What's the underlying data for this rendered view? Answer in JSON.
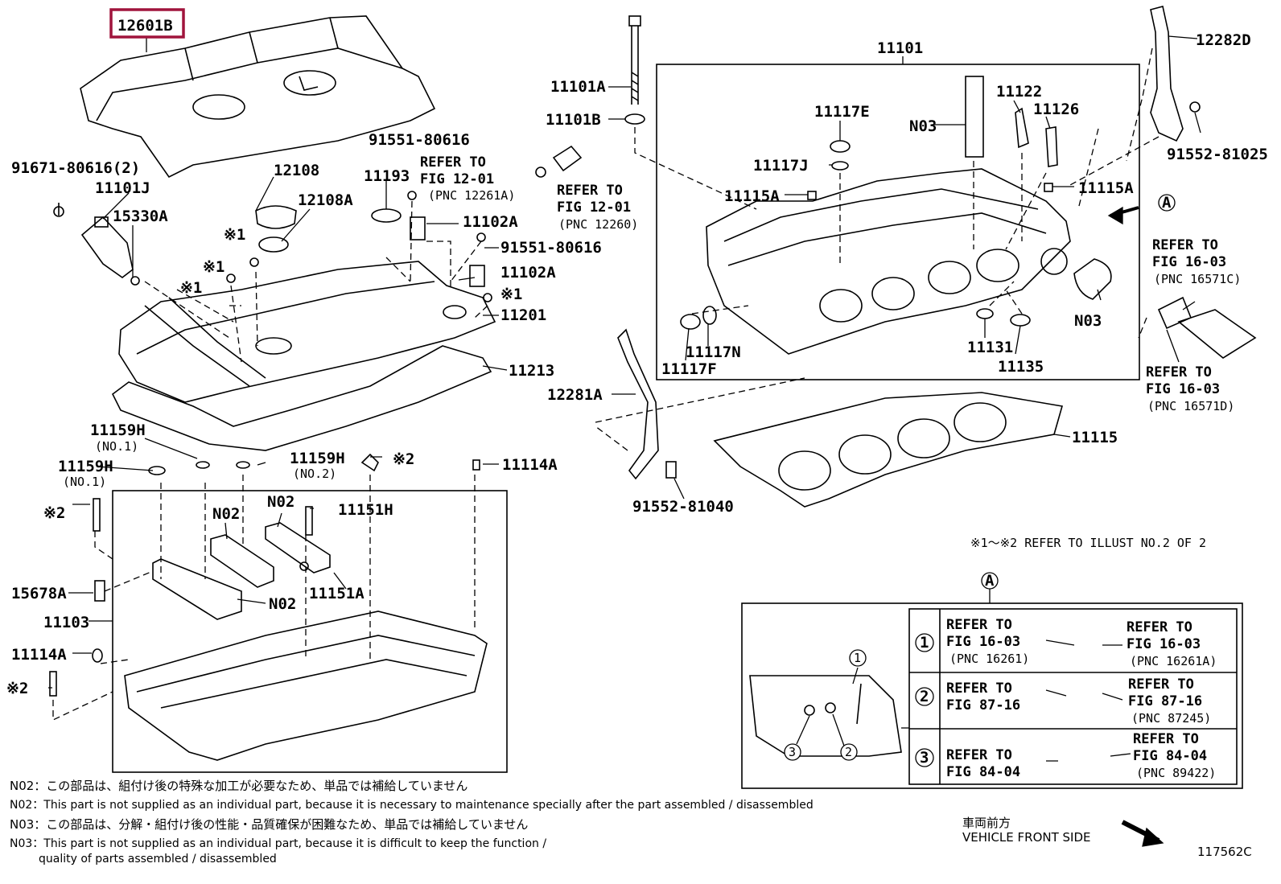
{
  "highlight_color": "#a0143c",
  "part_numbers": {
    "p12601B": "12601B",
    "p91671": "91671-80616(2)",
    "p11101J": "11101J",
    "p15330A": "15330A",
    "p12108": "12108",
    "p12108A": "12108A",
    "p91551_top": "91551-80616",
    "p11193": "11193",
    "p11102A_1": "11102A",
    "p91551_mid": "91551-80616",
    "p11102A_2": "11102A",
    "p11201": "11201",
    "p11213": "11213",
    "p11101A": "11101A",
    "p11101B": "11101B",
    "p11101": "11101",
    "p11122": "11122",
    "p11126": "11126",
    "p11117E": "11117E",
    "p11117J": "11117J",
    "p11115A_l": "11115A",
    "p11115A_r": "11115A",
    "p11117N": "11117N",
    "p11117F": "11117F",
    "p11131": "11131",
    "p11135": "11135",
    "p12282D": "12282D",
    "p91552_81025": "91552-81025",
    "p12281A": "12281A",
    "p91552_81040": "91552-81040",
    "p11115": "11115",
    "p11159H_a": "11159H",
    "p11159H_b": "11159H",
    "p11159H_c": "11159H",
    "p11114A_1": "11114A",
    "p11151H": "11151H",
    "p11151A": "11151A",
    "p15678A": "15678A",
    "p11103": "11103",
    "p11114A_2": "11114A"
  },
  "codes": {
    "n02": "N02",
    "n03": "N03"
  },
  "tags": {
    "no1_a": "(NO.1)",
    "no1_b": "(NO.1)",
    "no2": "(NO.2)",
    "mark1": "※1",
    "mark2": "※2",
    "circle_a": "A"
  },
  "refs": {
    "refer_to": "REFER TO",
    "fig_12_01": "FIG 12-01",
    "pnc_12261A": "(PNC 12261A)",
    "pnc_12260": "(PNC 12260)",
    "fig_16_03": "FIG 16-03",
    "pnc_16571C": "(PNC 16571C)",
    "pnc_16571D": "(PNC 16571D)",
    "illust_note": "※1～※2  REFER TO ILLUST NO.2 OF 2"
  },
  "detail_box": {
    "rows": [
      {
        "num": "1",
        "left_fig": "FIG 16-03",
        "left_pnc": "(PNC 16261)",
        "right_fig": "FIG 16-03",
        "right_pnc": "(PNC 16261A)"
      },
      {
        "num": "2",
        "left_fig": "FIG 87-16",
        "left_pnc": "",
        "right_fig": "FIG 87-16",
        "right_pnc": "(PNC 87245)"
      },
      {
        "num": "3",
        "left_fig": "FIG 84-04",
        "left_pnc": "",
        "right_fig": "FIG 84-04",
        "right_pnc": "(PNC 89422)"
      }
    ]
  },
  "notes": [
    "N02：この部品は、組付け後の特殊な加工が必要なため、単品では補給していません",
    "N02：This part is not supplied as an individual part, because it is necessary to maintenance specially after the part assembled / disassembled",
    "N03：この部品は、分解・組付け後の性能・品質確保が困難なため、単品では補給していません",
    "N03：This part is not supplied as an individual part, because it is difficult to keep the function /",
    "quality of parts  assembled / disassembled"
  ],
  "footer": {
    "front_jp": "車両前方",
    "front_en": "VEHICLE FRONT SIDE",
    "illust_id": "117562C"
  }
}
